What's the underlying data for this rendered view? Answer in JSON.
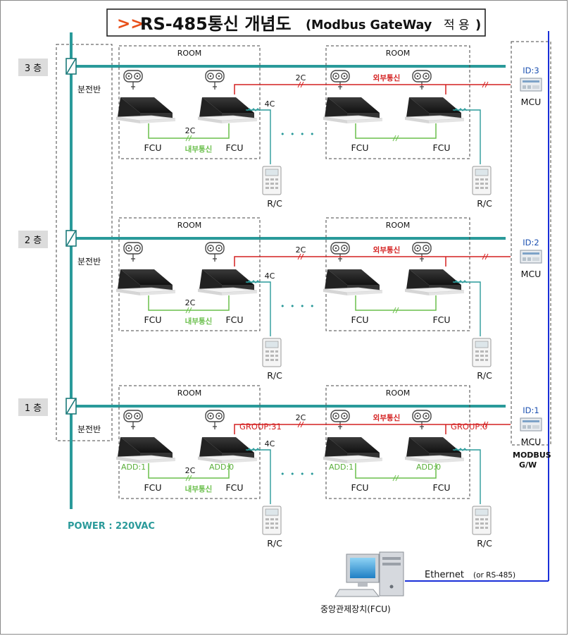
{
  "title": {
    "arrows": ">>",
    "main": "RS-485통신 개념도",
    "sub_open": "(",
    "sub_name": "Modbus GateWay",
    "sub_kor": "적 용",
    "sub_close": ")"
  },
  "panel_label": "분전반",
  "room_label": "ROOM",
  "fcu_label": "FCU",
  "rc_label": "R/C",
  "mcu_label": "MCU",
  "wire_2c": "2C",
  "wire_4c": "4C",
  "internal_comm": "내부통신",
  "external_comm": "외부통신",
  "dots": "• • • •",
  "floors": [
    {
      "label": "3 층",
      "mcu_id": "ID:3"
    },
    {
      "label": "2 층",
      "mcu_id": "ID:2"
    },
    {
      "label": "1 층",
      "mcu_id": "ID:1"
    }
  ],
  "floor1_extra": {
    "group_left": "GROUP:31",
    "group_right": "GROUP:0",
    "add_1": "ADD:1",
    "add_0": "ADD:0"
  },
  "gateway": {
    "line1": "MODBUS",
    "line2": "G/W"
  },
  "power": "POWER : 220VAC",
  "ethernet": "Ethernet",
  "ethernet_note": "(or RS-485)",
  "central": "중앙관제장치(FCU)",
  "colors": {
    "power_line": "#2a9a9a",
    "internal_line": "#6abf4b",
    "external_line": "#d42020",
    "ethernet_line": "#1a2fd8",
    "id_label": "#1a4fb0",
    "arrows": "#e8501a",
    "group_add": "#d42020",
    "add_green": "#5aaf3a"
  }
}
